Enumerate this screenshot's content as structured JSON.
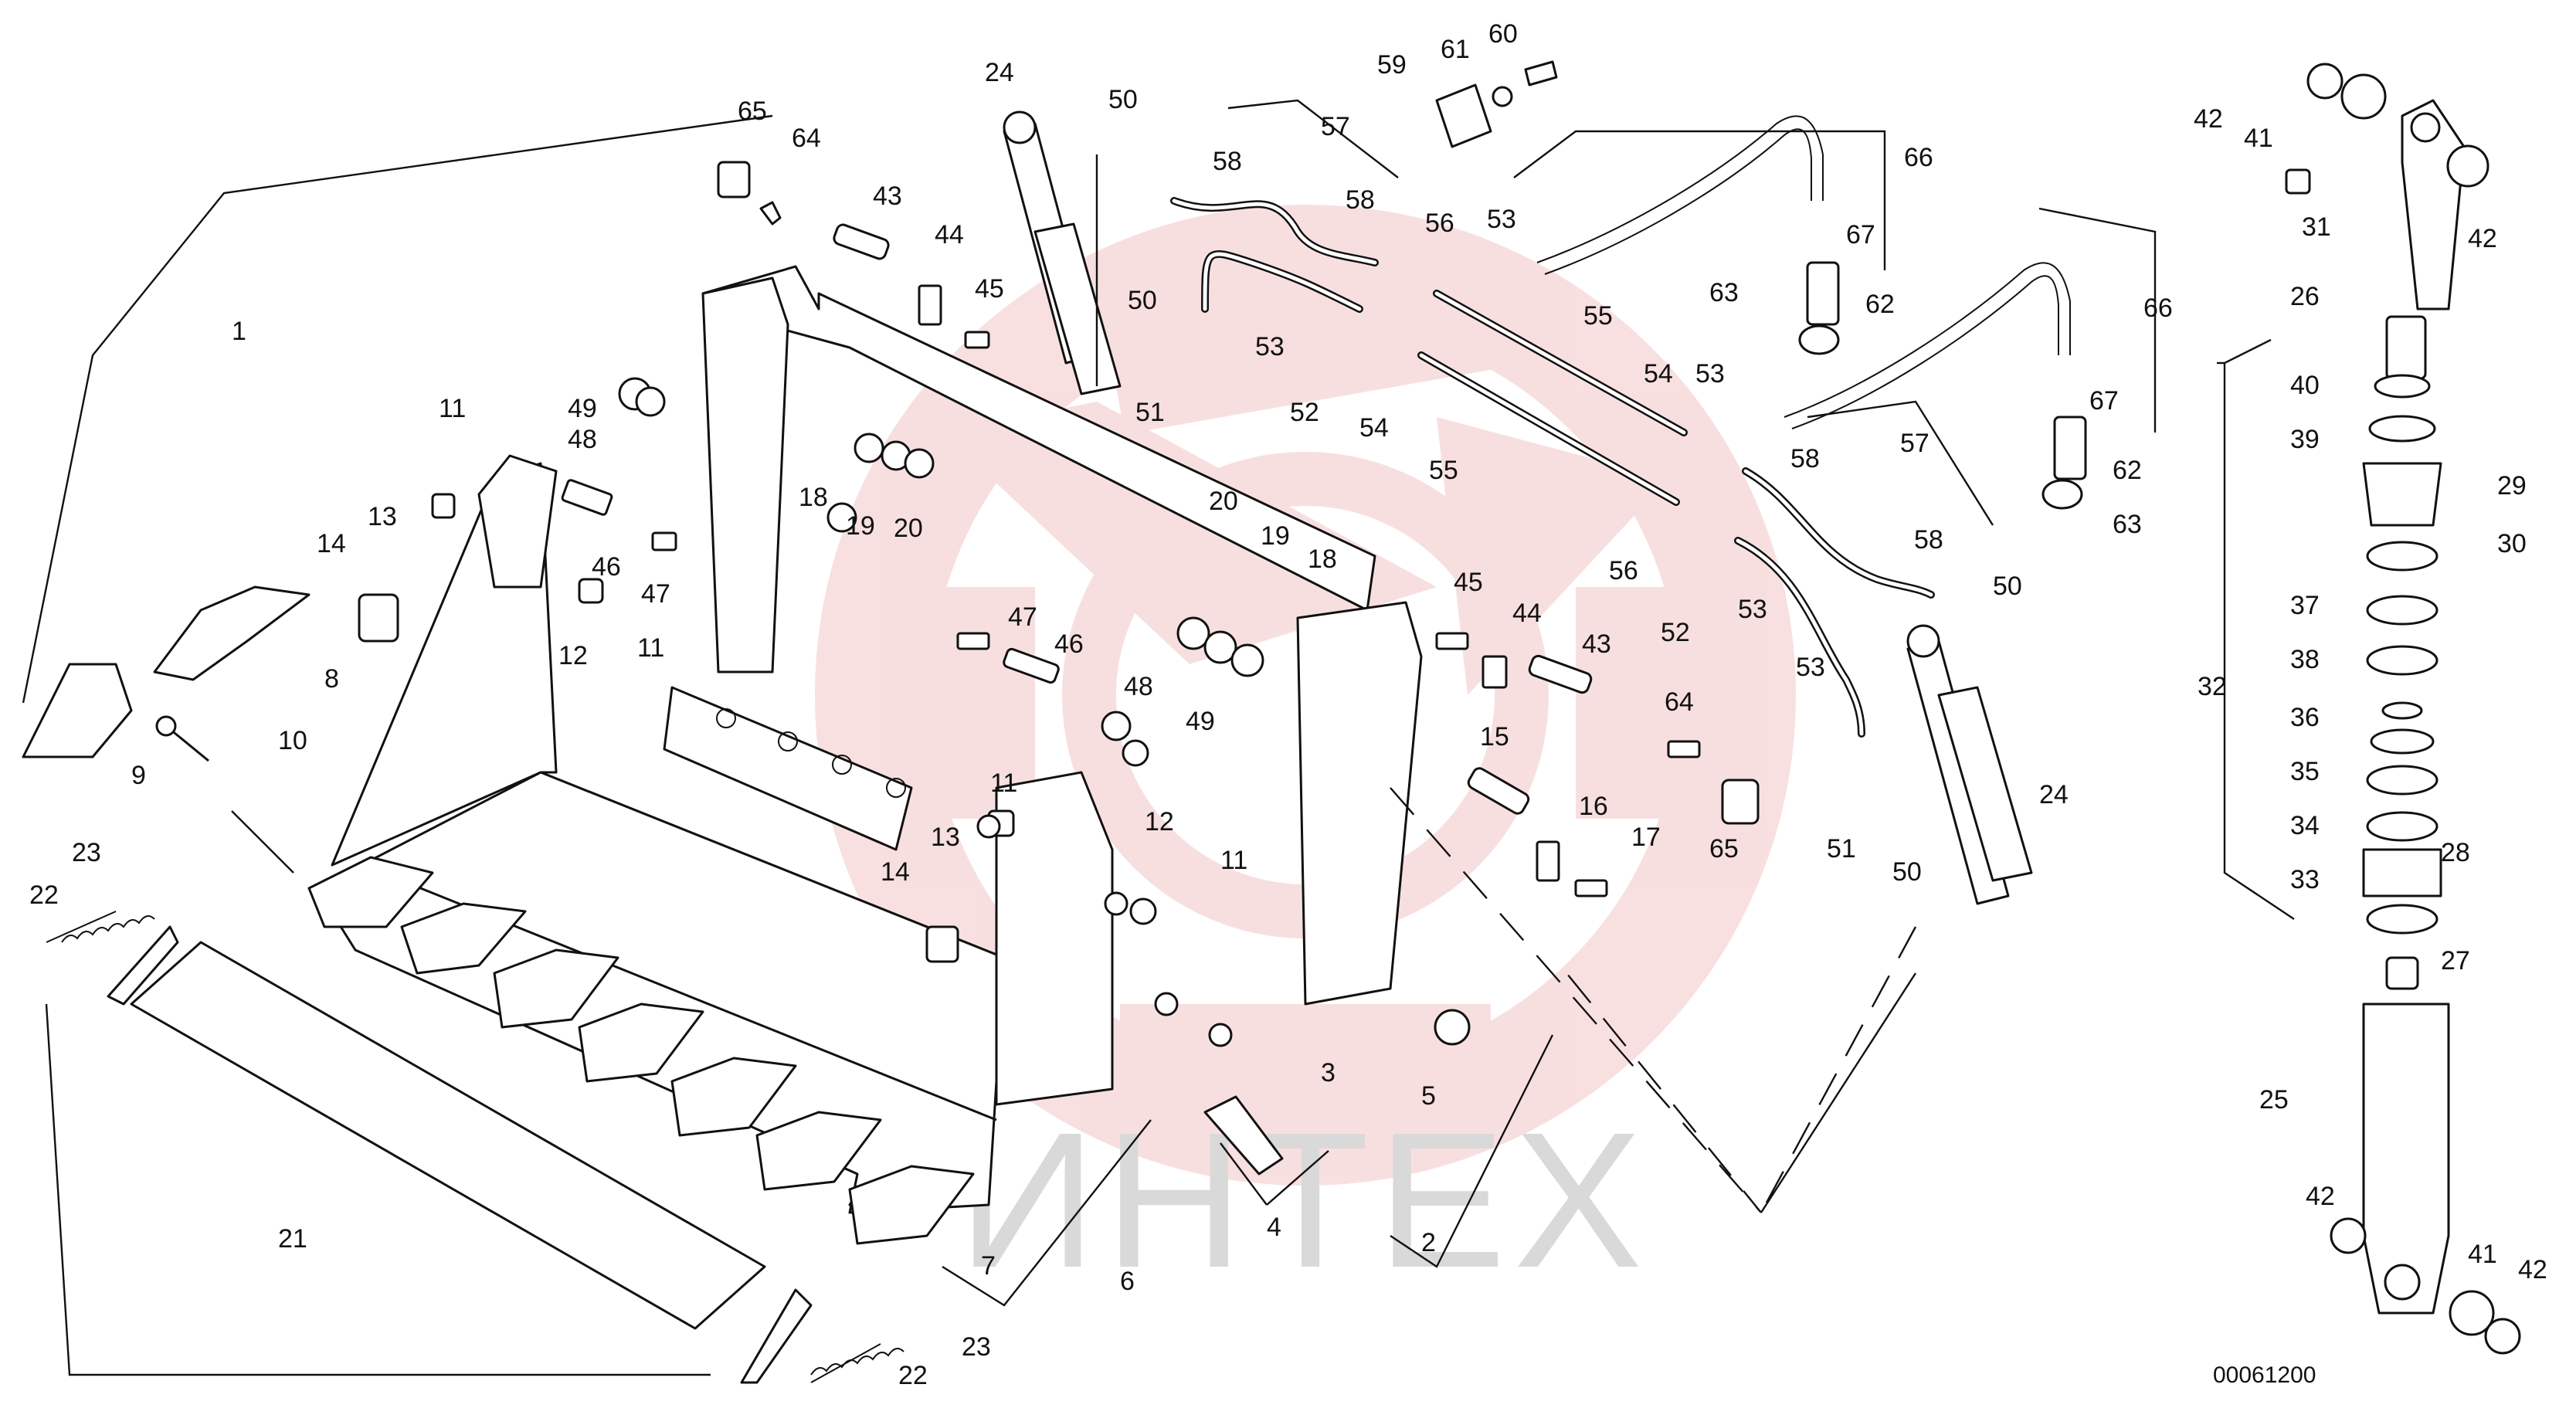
{
  "watermark": {
    "text": "ИНТЕХ",
    "logo_color": "#f4c6c6",
    "text_color": "#d9d9d9"
  },
  "drawing_code": "00061200",
  "callouts": [
    {
      "id": "c1",
      "text": "1"
    },
    {
      "id": "c2",
      "text": "2"
    },
    {
      "id": "c3",
      "text": "3"
    },
    {
      "id": "c4",
      "text": "4"
    },
    {
      "id": "c5",
      "text": "5"
    },
    {
      "id": "c6",
      "text": "6"
    },
    {
      "id": "c7",
      "text": "7"
    },
    {
      "id": "c8",
      "text": "8"
    },
    {
      "id": "c9",
      "text": "9"
    },
    {
      "id": "c10",
      "text": "10"
    },
    {
      "id": "c11a",
      "text": "11"
    },
    {
      "id": "c11b",
      "text": "11"
    },
    {
      "id": "c11c",
      "text": "11"
    },
    {
      "id": "c11d",
      "text": "11"
    },
    {
      "id": "c12a",
      "text": "12"
    },
    {
      "id": "c12b",
      "text": "12"
    },
    {
      "id": "c13a",
      "text": "13"
    },
    {
      "id": "c13b",
      "text": "13"
    },
    {
      "id": "c14a",
      "text": "14"
    },
    {
      "id": "c14b",
      "text": "14"
    },
    {
      "id": "c15",
      "text": "15"
    },
    {
      "id": "c16",
      "text": "16"
    },
    {
      "id": "c17",
      "text": "17"
    },
    {
      "id": "c18a",
      "text": "18"
    },
    {
      "id": "c18b",
      "text": "18"
    },
    {
      "id": "c19a",
      "text": "19"
    },
    {
      "id": "c19b",
      "text": "19"
    },
    {
      "id": "c20a",
      "text": "20"
    },
    {
      "id": "c20b",
      "text": "20"
    },
    {
      "id": "c21",
      "text": "21"
    },
    {
      "id": "c22a",
      "text": "22"
    },
    {
      "id": "c22b",
      "text": "22"
    },
    {
      "id": "c23a",
      "text": "23"
    },
    {
      "id": "c23b",
      "text": "23"
    },
    {
      "id": "c24a",
      "text": "24"
    },
    {
      "id": "c24b",
      "text": "24"
    },
    {
      "id": "c25",
      "text": "25"
    },
    {
      "id": "c26",
      "text": "26"
    },
    {
      "id": "c27",
      "text": "27"
    },
    {
      "id": "c28",
      "text": "28"
    },
    {
      "id": "c29",
      "text": "29"
    },
    {
      "id": "c30",
      "text": "30"
    },
    {
      "id": "c31",
      "text": "31"
    },
    {
      "id": "c32",
      "text": "32"
    },
    {
      "id": "c33",
      "text": "33"
    },
    {
      "id": "c34",
      "text": "34"
    },
    {
      "id": "c35",
      "text": "35"
    },
    {
      "id": "c36",
      "text": "36"
    },
    {
      "id": "c37",
      "text": "37"
    },
    {
      "id": "c38",
      "text": "38"
    },
    {
      "id": "c39",
      "text": "39"
    },
    {
      "id": "c40",
      "text": "40"
    },
    {
      "id": "c41a",
      "text": "41"
    },
    {
      "id": "c41b",
      "text": "41"
    },
    {
      "id": "c42a",
      "text": "42"
    },
    {
      "id": "c42b",
      "text": "42"
    },
    {
      "id": "c42c",
      "text": "42"
    },
    {
      "id": "c42d",
      "text": "42"
    },
    {
      "id": "c43a",
      "text": "43"
    },
    {
      "id": "c43b",
      "text": "43"
    },
    {
      "id": "c44a",
      "text": "44"
    },
    {
      "id": "c44b",
      "text": "44"
    },
    {
      "id": "c45a",
      "text": "45"
    },
    {
      "id": "c45b",
      "text": "45"
    },
    {
      "id": "c46a",
      "text": "46"
    },
    {
      "id": "c46b",
      "text": "46"
    },
    {
      "id": "c47a",
      "text": "47"
    },
    {
      "id": "c47b",
      "text": "47"
    },
    {
      "id": "c48a",
      "text": "48"
    },
    {
      "id": "c48b",
      "text": "48"
    },
    {
      "id": "c49a",
      "text": "49"
    },
    {
      "id": "c49b",
      "text": "49"
    },
    {
      "id": "c50a",
      "text": "50"
    },
    {
      "id": "c50b",
      "text": "50"
    },
    {
      "id": "c50c",
      "text": "50"
    },
    {
      "id": "c50d",
      "text": "50"
    },
    {
      "id": "c51a",
      "text": "51"
    },
    {
      "id": "c51b",
      "text": "51"
    },
    {
      "id": "c52a",
      "text": "52"
    },
    {
      "id": "c52b",
      "text": "52"
    },
    {
      "id": "c53a",
      "text": "53"
    },
    {
      "id": "c53b",
      "text": "53"
    },
    {
      "id": "c53c",
      "text": "53"
    },
    {
      "id": "c53d",
      "text": "53"
    },
    {
      "id": "c53e",
      "text": "53"
    },
    {
      "id": "c54a",
      "text": "54"
    },
    {
      "id": "c54b",
      "text": "54"
    },
    {
      "id": "c55a",
      "text": "55"
    },
    {
      "id": "c55b",
      "text": "55"
    },
    {
      "id": "c56a",
      "text": "56"
    },
    {
      "id": "c56b",
      "text": "56"
    },
    {
      "id": "c57a",
      "text": "57"
    },
    {
      "id": "c57b",
      "text": "57"
    },
    {
      "id": "c58a",
      "text": "58"
    },
    {
      "id": "c58b",
      "text": "58"
    },
    {
      "id": "c58c",
      "text": "58"
    },
    {
      "id": "c58d",
      "text": "58"
    },
    {
      "id": "c59",
      "text": "59"
    },
    {
      "id": "c60",
      "text": "60"
    },
    {
      "id": "c61",
      "text": "61"
    },
    {
      "id": "c62a",
      "text": "62"
    },
    {
      "id": "c62b",
      "text": "62"
    },
    {
      "id": "c63a",
      "text": "63"
    },
    {
      "id": "c63b",
      "text": "63"
    },
    {
      "id": "c64a",
      "text": "64"
    },
    {
      "id": "c64b",
      "text": "64"
    },
    {
      "id": "c65a",
      "text": "65"
    },
    {
      "id": "c65b",
      "text": "65"
    },
    {
      "id": "c66a",
      "text": "66"
    },
    {
      "id": "c66b",
      "text": "66"
    },
    {
      "id": "c67a",
      "text": "67"
    },
    {
      "id": "c67b",
      "text": "67"
    }
  ]
}
